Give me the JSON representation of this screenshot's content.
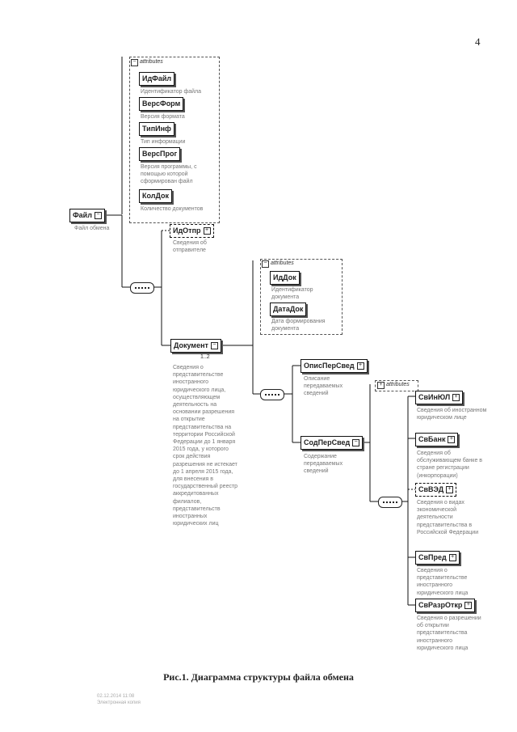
{
  "page_number": "4",
  "attributes_label": "attributes",
  "root": {
    "name": "Файл",
    "desc": "Файл обмена"
  },
  "root_attrs": [
    {
      "name": "ИдФайл",
      "desc": "Идентификатор файла"
    },
    {
      "name": "ВерсФорм",
      "desc": "Версия формата"
    },
    {
      "name": "ТипИнф",
      "desc": "Тип информации"
    },
    {
      "name": "ВерсПрог",
      "desc": "Версия программы, с помощью которой сформирован файл"
    },
    {
      "name": "КолДок",
      "desc": "Количество документов"
    }
  ],
  "idotpr": {
    "name": "ИдОтпр",
    "desc": "Сведения об отправителе"
  },
  "document": {
    "name": "Документ",
    "multiplicity": "1..2",
    "desc": "Сведения о представительстве иностранного юридического лица, осуществляющем деятельность на основании разрешения на открытие представительства на территории Российской Федерации до 1 января 2015 года, у которого срок действия разрешения не истекает до 1 апреля 2015 года, для внесения в государственный реестр аккредитованных филиалов, представительств иностранных юридических лиц"
  },
  "doc_attrs": [
    {
      "name": "ИдДок",
      "desc": "Идентификатор документа"
    },
    {
      "name": "ДатаДок",
      "desc": "Дата формирования документа"
    }
  ],
  "opisperved": {
    "name": "ОписПерСвед",
    "desc": "Описание передаваемых сведений"
  },
  "sodperved": {
    "name": "СодПерСвед",
    "desc": "Содержание передаваемых сведений"
  },
  "sod_children": [
    {
      "name": "СвИнЮЛ",
      "desc": "Сведения об иностранном юридическом лице"
    },
    {
      "name": "СвБанк",
      "desc": "Сведения об обслуживающем банке в стране регистрации (инкорпорации)"
    },
    {
      "name": "СвВЭД",
      "desc": "Сведения о видах экономической деятельности представительства в Российской Федерации"
    },
    {
      "name": "СвПред",
      "desc": "Сведения о представительстве иностранного юридического лица"
    },
    {
      "name": "СвРазрОткр",
      "desc": "Сведения о разрешении об открытии представительства иностранного юридического лица"
    }
  ],
  "caption": "Рис.1. Диаграмма структуры файла обмена",
  "stamp_line1": "02.12.2014 11:08",
  "stamp_line2": "Электронная копия"
}
